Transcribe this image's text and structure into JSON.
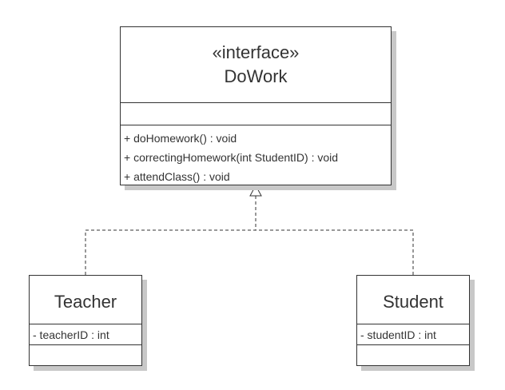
{
  "interface": {
    "stereotype": "«interface»",
    "name": "DoWork",
    "operations": [
      "+ doHomework() : void",
      "+ correctingHomework(int StudentID) : void",
      "+ attendClass() : void"
    ]
  },
  "teacher": {
    "name": "Teacher",
    "attributes": [
      "- teacherID : int"
    ]
  },
  "student": {
    "name": "Student",
    "attributes": [
      "- studentID : int"
    ]
  },
  "colors": {
    "line": "#333333",
    "shadow": "#c8c8c8",
    "text": "#333333"
  }
}
